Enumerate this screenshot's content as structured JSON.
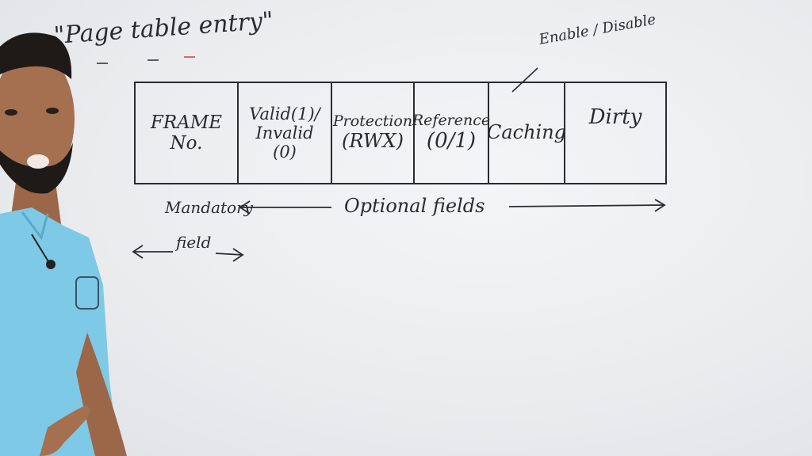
{
  "board": {
    "title": "\"Page table entry\"",
    "annotation": "Enable / Disable",
    "cells": [
      {
        "line1": "FRAME",
        "line2": "No.",
        "line3": ""
      },
      {
        "line1": "Valid(1)/",
        "line2": "Invalid",
        "line3": "(0)"
      },
      {
        "line1": "Protection",
        "line2": "(RWX)",
        "line3": ""
      },
      {
        "line1": "Reference",
        "line2": "(0/1)",
        "line3": ""
      },
      {
        "line1": "Caching",
        "line2": "",
        "line3": ""
      },
      {
        "line1": "Dirty",
        "line2": "",
        "line3": ""
      }
    ],
    "mandatory_line1": "Mandatory",
    "mandatory_line2": "field",
    "optional_label": "Optional fields"
  },
  "colors": {
    "ink": "#2a2b30",
    "whiteboard": "#eceef0",
    "shirt": "#7ec9e6",
    "skin": "#a5704f"
  }
}
